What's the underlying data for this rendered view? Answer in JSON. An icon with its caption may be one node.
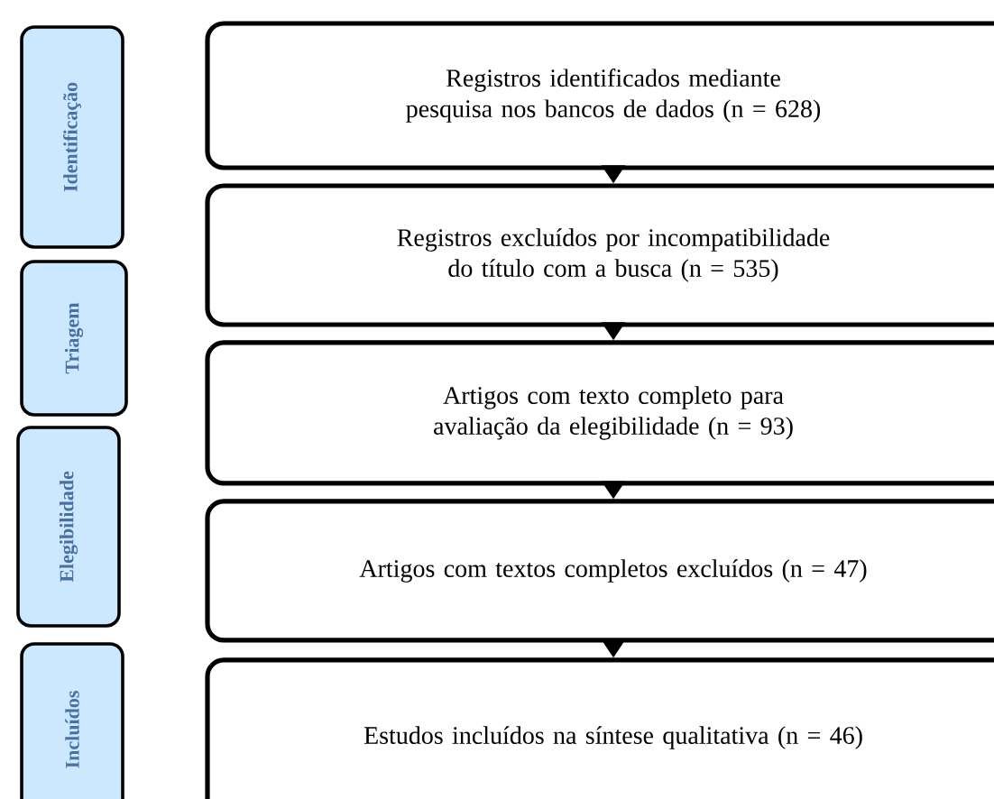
{
  "diagram": {
    "nodes": [
      {
        "text": [
          "Registros identificados mediante pesquisa nos bancos de dados (n = 628)"
        ]
      },
      {
        "text": [
          "Registros excluídos por incompatibilidade do título com a busca (n = 535)"
        ]
      },
      {
        "text": [
          "Artigos com texto completo para avaliação da elegibilidade (n = 93)"
        ]
      },
      {
        "text": [
          "Artigos com textos completos excluídos (n = 47)"
        ]
      },
      {
        "text": [
          "Estudos incluídos na síntese qualitativa (n = 46)"
        ]
      },
      {
        "text": [
          "Identificação"
        ]
      },
      {
        "text": [
          "Triagem"
        ]
      },
      {
        "text": [
          "Elegibilidade"
        ]
      },
      {
        "text": [
          "Incluídos"
        ]
      }
    ],
    "edges": [
      {
        "from": 0,
        "to": 1,
        "arrow": "to"
      },
      {
        "from": 1,
        "to": 2,
        "arrow": "to"
      },
      {
        "from": 2,
        "to": 3,
        "arrow": "to"
      },
      {
        "from": 3,
        "to": 4,
        "arrow": "to"
      }
    ]
  }
}
